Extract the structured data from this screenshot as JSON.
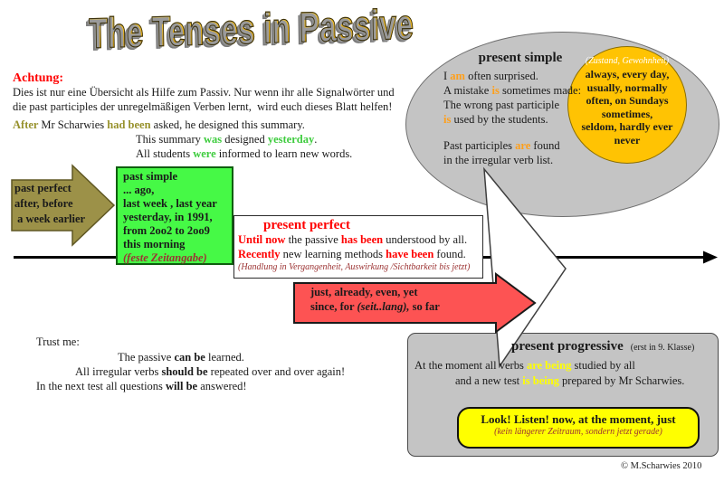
{
  "title": "The Tenses in Passive",
  "achtung": {
    "heading": "Achtung:",
    "lines": [
      [
        [
          "Dies ist nur eine Übersicht als Hilfe zum Passiv. Nur wenn ihr alle Signalwörter und",
          "n"
        ]
      ],
      [
        [
          "die past participles der unregelmäßigen Verben lernt,  wird euch dieses Blatt helfen!",
          "n"
        ]
      ]
    ]
  },
  "intro": {
    "line1": [
      [
        [
          "After ",
          "o"
        ],
        [
          "Mr Scharwies ",
          "n"
        ],
        [
          "had been ",
          "o"
        ],
        [
          "asked, he designed this summary.",
          "n"
        ]
      ]
    ],
    "lines23": [
      [
        [
          "This summary ",
          "n"
        ],
        [
          "was ",
          "g"
        ],
        [
          "designed ",
          "n"
        ],
        [
          "yesterday",
          "g"
        ],
        [
          ".",
          "n"
        ]
      ],
      [
        [
          "All students ",
          "n"
        ],
        [
          "were ",
          "g"
        ],
        [
          "informed to learn new words.",
          "n"
        ]
      ]
    ]
  },
  "past_perfect_arrow": {
    "lines": [
      [
        [
          "past perfect",
          "b"
        ]
      ],
      [
        [
          "after, before",
          "b"
        ]
      ],
      [
        [
          " a week earlier",
          "b"
        ]
      ]
    ]
  },
  "past_simple_box": {
    "lines": [
      [
        [
          "past simple",
          "b"
        ]
      ],
      [
        [
          "... ago,",
          "b"
        ]
      ],
      [
        [
          "last week , last year",
          "b"
        ]
      ],
      [
        [
          "yesterday, in 1991,",
          "b"
        ]
      ],
      [
        [
          "from 2oo2 to 2oo9",
          "b"
        ]
      ],
      [
        [
          "this morning",
          "b"
        ]
      ],
      [
        [
          "(feste Zeitangabe)",
          "mi"
        ]
      ]
    ]
  },
  "present_perfect": {
    "title": "present perfect",
    "lines": [
      [
        [
          "Until now ",
          "r"
        ],
        [
          "the passive ",
          "n"
        ],
        [
          "has been ",
          "r"
        ],
        [
          "understood by all.",
          "n"
        ]
      ],
      [
        [
          "Recently ",
          "r"
        ],
        [
          "new learning methods ",
          "n"
        ],
        [
          "have been ",
          "r"
        ],
        [
          "found.",
          "n"
        ]
      ],
      [
        [
          "(Handlung in Vergangenheit, Auswirkung /Sichtbarkeit bis jetzt)",
          "mi"
        ]
      ]
    ]
  },
  "signal_arrow": {
    "lines": [
      [
        [
          "just, already, even, yet",
          "b"
        ]
      ],
      [
        [
          "since, for ",
          "b"
        ],
        [
          "(seit..lang),",
          "bi"
        ],
        [
          " so far",
          "b"
        ]
      ]
    ]
  },
  "present_simple": {
    "title": "present simple",
    "lines": [
      [
        [
          "I ",
          "n"
        ],
        [
          "am ",
          "or"
        ],
        [
          "often surprised.",
          "n"
        ]
      ],
      [
        [
          "A mistake ",
          "n"
        ],
        [
          "is ",
          "or"
        ],
        [
          "sometimes made:",
          "n"
        ]
      ],
      [
        [
          "The wrong past participle",
          "n"
        ]
      ],
      [
        [
          "is ",
          "or"
        ],
        [
          "used by the students.",
          "n"
        ]
      ],
      [
        [
          "",
          "n"
        ]
      ],
      [
        [
          "Past participles ",
          "n"
        ],
        [
          "are ",
          "or"
        ],
        [
          "found",
          "n"
        ]
      ],
      [
        [
          "in the irregular verb list.",
          "n"
        ]
      ]
    ]
  },
  "habit_circle": {
    "note": [
      [
        [
          "(Zustand, Gewohnheit)",
          "wi"
        ]
      ]
    ],
    "lines": [
      [
        [
          "always, every day,",
          "b"
        ]
      ],
      [
        [
          "usually, normally",
          "b"
        ]
      ],
      [
        [
          "often, on Sundays",
          "b"
        ]
      ],
      [
        [
          "sometimes,",
          "b"
        ]
      ],
      [
        [
          "seldom, hardly ever",
          "b"
        ]
      ],
      [
        [
          "never",
          "b"
        ]
      ]
    ]
  },
  "trust": {
    "heading": "Trust me:",
    "lines": [
      [
        [
          "The passive ",
          "n"
        ],
        [
          "can be ",
          "b"
        ],
        [
          "learned.",
          "n"
        ]
      ],
      [
        [
          "All irregular verbs ",
          "n"
        ],
        [
          "should be ",
          "b"
        ],
        [
          "repeated over and over again!",
          "n"
        ]
      ],
      [
        [
          "In the next test all questions ",
          "n"
        ],
        [
          "will be ",
          "b"
        ],
        [
          "answered!",
          "n"
        ]
      ]
    ]
  },
  "present_progressive": {
    "title": "present progressive",
    "subtitle": "(erst in 9. Klasse)",
    "lines": [
      [
        [
          "At the moment all verbs ",
          "n"
        ],
        [
          "are being ",
          "y"
        ],
        [
          "studied by all",
          "n"
        ]
      ],
      [
        [
          "and a new test ",
          "n"
        ],
        [
          "is being ",
          "y"
        ],
        [
          "prepared by Mr Scharwies.",
          "n"
        ]
      ]
    ],
    "signal_box": {
      "line1": "Look!  Listen!  now, at the moment, just",
      "line2": "(kein längerer Zeitraum, sondern jetzt gerade)"
    }
  },
  "copyright": "© M.Scharwies 2010",
  "colors": {
    "wordart_gold": "#edb71e",
    "olive_arrow": "#9c9148",
    "green_box": "#46f946",
    "red_arrow": "#fd5353",
    "gray_shape": "#c4c4c4",
    "habit_circle": "#ffc303",
    "signal_yellow_box": "#ffff00",
    "signal_word_orange": "#ff9f1a",
    "signal_word_green": "#3ecc3e",
    "signal_word_yellow": "#ffff00",
    "accent_red": "#ff0000"
  }
}
